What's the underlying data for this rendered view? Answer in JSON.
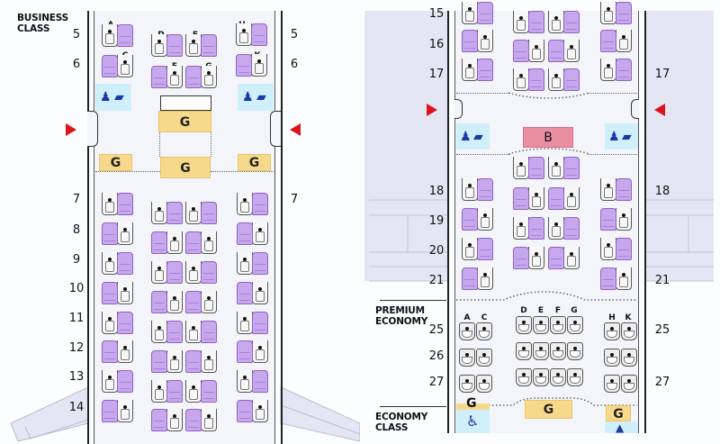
{
  "left_panel": {
    "section_label": [
      "BUSINESS",
      "CLASS"
    ],
    "rows": [
      "5",
      "6",
      "7",
      "8",
      "9",
      "10",
      "11",
      "12",
      "13",
      "14"
    ],
    "column_letters": [
      "A",
      "C",
      "D",
      "E",
      "F",
      "G",
      "H",
      "K"
    ],
    "galley_label": "G",
    "galleys": [
      "G",
      "G",
      "G",
      "G"
    ]
  },
  "right_panel": {
    "business_rows": [
      "15",
      "16",
      "17",
      "18",
      "19",
      "20",
      "21"
    ],
    "bar_label": "B",
    "premium_label": [
      "PREMIUM",
      "ECONOMY"
    ],
    "premium_rows": [
      "25",
      "26",
      "27"
    ],
    "premium_letters": [
      "A",
      "C",
      "D",
      "E",
      "F",
      "G",
      "H",
      "K"
    ],
    "economy_label": [
      "ECONOMY",
      "CLASS"
    ],
    "galleys": [
      "G",
      "G",
      "G"
    ]
  },
  "icons": {
    "lavatory": "♿",
    "person": "♙",
    "washbasin": "⛲"
  },
  "colors": {
    "seat_business": "#c8a8ec",
    "galley": "#f6d98a",
    "bar": "#ea8ea2",
    "lavatory_bg": "#cfeffa",
    "exit_arrow": "#e0121a",
    "icon_blue": "#1a3aa6"
  }
}
